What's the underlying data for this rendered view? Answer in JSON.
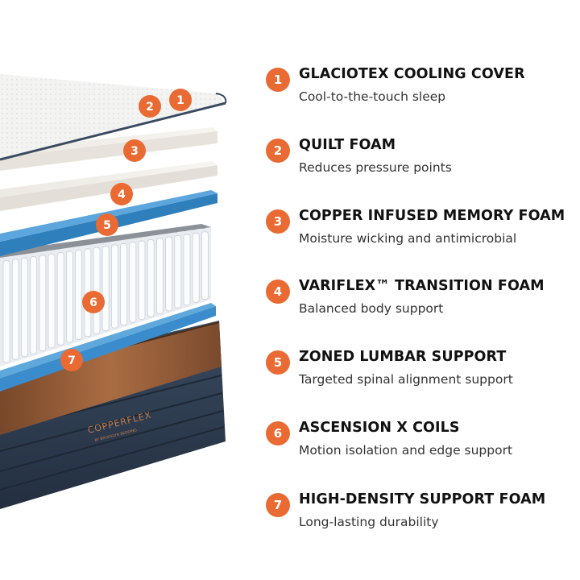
{
  "colors": {
    "accent": "#ea6a33",
    "title_text": "#111111",
    "desc_text": "#333333",
    "blue_layer": "#3a8ccc",
    "base_navy": "#2f3d52",
    "copper": "#a0623a"
  },
  "mattress": {
    "brand_name": "COPPERFLEX",
    "brand_sub": "BY BROOKLYN BEDDING",
    "markers": [
      "1",
      "2",
      "3",
      "4",
      "5",
      "6",
      "7"
    ]
  },
  "features": [
    {
      "number": "1",
      "title": "GLACIOTEX COOLING COVER",
      "description": "Cool-to-the-touch sleep"
    },
    {
      "number": "2",
      "title": "QUILT FOAM",
      "description": "Reduces pressure points"
    },
    {
      "number": "3",
      "title": "COPPER INFUSED MEMORY FOAM",
      "description": "Moisture wicking and antimicrobial"
    },
    {
      "number": "4",
      "title": "VARIFLEX™ TRANSITION FOAM",
      "description": "Balanced body support"
    },
    {
      "number": "5",
      "title": "ZONED LUMBAR SUPPORT",
      "description": "Targeted spinal alignment support"
    },
    {
      "number": "6",
      "title": "ASCENSION X COILS",
      "description": "Motion isolation and edge support"
    },
    {
      "number": "7",
      "title": "HIGH-DENSITY SUPPORT FOAM",
      "description": "Long-lasting durability"
    }
  ]
}
